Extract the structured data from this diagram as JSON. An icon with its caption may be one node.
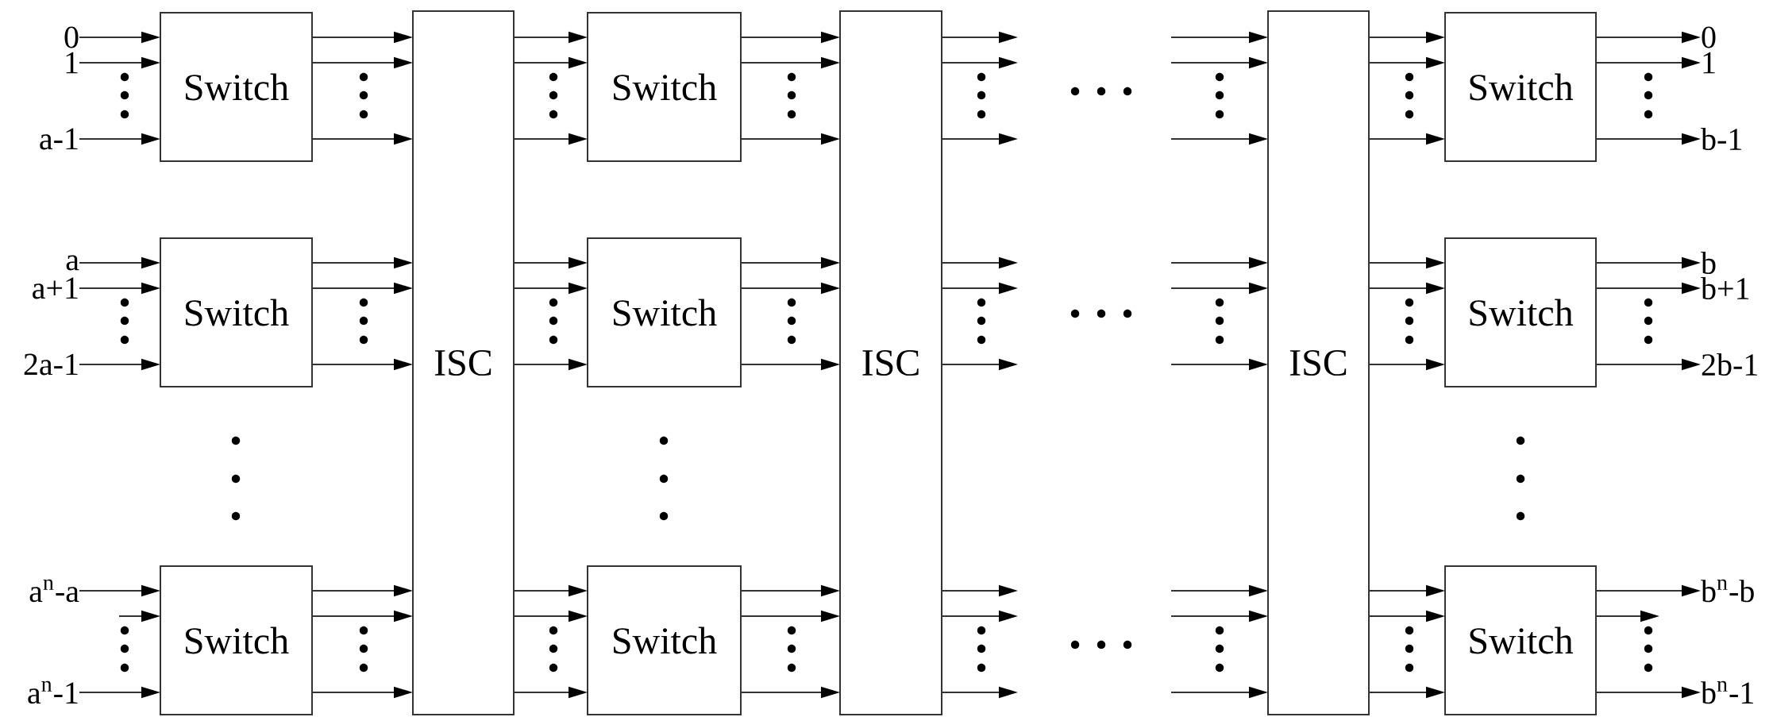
{
  "diagram": {
    "nodes": [
      {
        "text": [
          "0"
        ]
      },
      {
        "text": [
          "1"
        ]
      },
      {
        "text": [
          "a-1"
        ]
      },
      {
        "text": [
          "Switch"
        ]
      },
      {
        "text": [
          "ISC"
        ]
      },
      {
        "text": [
          "Switch"
        ]
      },
      {
        "text": [
          "ISC"
        ]
      },
      {
        "text": [
          "ISC"
        ]
      },
      {
        "text": [
          "Switch"
        ]
      },
      {
        "text": [
          "0"
        ]
      },
      {
        "text": [
          "1"
        ]
      },
      {
        "text": [
          "b-1"
        ]
      },
      {
        "text": [
          "a"
        ]
      },
      {
        "text": [
          "a+1"
        ]
      },
      {
        "text": [
          "2a-1"
        ]
      },
      {
        "text": [
          "Switch"
        ]
      },
      {
        "text": [
          "Switch"
        ]
      },
      {
        "text": [
          "Switch"
        ]
      },
      {
        "text": [
          "b"
        ]
      },
      {
        "text": [
          "b+1"
        ]
      },
      {
        "text": [
          "2b-1"
        ]
      },
      {
        "text": [
          "a$^{n}$-a"
        ]
      },
      {
        "text": [
          "a$^{n}$-1"
        ]
      },
      {
        "text": [
          "Switch"
        ]
      },
      {
        "text": [
          "Switch"
        ]
      },
      {
        "text": [
          "Switch"
        ]
      },
      {
        "text": [
          "b$^{n}$-b"
        ]
      },
      {
        "text": [
          "b$^{n}$-1"
        ]
      }
    ],
    "edges": [
      {
        "from": 0,
        "to": 3,
        "arrow": "to"
      },
      {
        "from": 1,
        "to": 3,
        "arrow": "to"
      },
      {
        "from": 2,
        "to": 3,
        "arrow": "to"
      },
      {
        "from": 3,
        "to": 4,
        "arrow": "to"
      },
      {
        "from": 3,
        "to": 4,
        "arrow": "to"
      },
      {
        "from": 3,
        "to": 4,
        "arrow": "to"
      },
      {
        "from": 4,
        "to": 5,
        "arrow": "to"
      },
      {
        "from": 4,
        "to": 5,
        "arrow": "to"
      },
      {
        "from": 4,
        "to": 5,
        "arrow": "to"
      },
      {
        "from": 5,
        "to": 6,
        "arrow": "to"
      },
      {
        "from": 5,
        "to": 6,
        "arrow": "to"
      },
      {
        "from": 5,
        "to": 6,
        "arrow": "to"
      },
      {
        "from": 6,
        "to": null,
        "arrow": "to"
      },
      {
        "from": 6,
        "to": null,
        "arrow": "to"
      },
      {
        "from": 6,
        "to": null,
        "arrow": "to"
      },
      {
        "from": null,
        "to": 7,
        "arrow": "to"
      },
      {
        "from": null,
        "to": 7,
        "arrow": "to"
      },
      {
        "from": null,
        "to": 7,
        "arrow": "to"
      },
      {
        "from": 7,
        "to": 8,
        "arrow": "to"
      },
      {
        "from": 7,
        "to": 8,
        "arrow": "to"
      },
      {
        "from": 7,
        "to": 8,
        "arrow": "to"
      },
      {
        "from": 8,
        "to": 9,
        "arrow": "to"
      },
      {
        "from": 8,
        "to": 10,
        "arrow": "to"
      },
      {
        "from": 8,
        "to": 11,
        "arrow": "to"
      },
      {
        "from": 12,
        "to": 15,
        "arrow": "to"
      },
      {
        "from": 13,
        "to": 15,
        "arrow": "to"
      },
      {
        "from": 14,
        "to": 15,
        "arrow": "to"
      },
      {
        "from": 15,
        "to": 4,
        "arrow": "to"
      },
      {
        "from": 15,
        "to": 4,
        "arrow": "to"
      },
      {
        "from": 15,
        "to": 4,
        "arrow": "to"
      },
      {
        "from": 4,
        "to": 16,
        "arrow": "to"
      },
      {
        "from": 4,
        "to": 16,
        "arrow": "to"
      },
      {
        "from": 4,
        "to": 16,
        "arrow": "to"
      },
      {
        "from": 16,
        "to": 6,
        "arrow": "to"
      },
      {
        "from": 16,
        "to": 6,
        "arrow": "to"
      },
      {
        "from": 16,
        "to": 6,
        "arrow": "to"
      },
      {
        "from": 6,
        "to": null,
        "arrow": "to"
      },
      {
        "from": 6,
        "to": null,
        "arrow": "to"
      },
      {
        "from": 6,
        "to": null,
        "arrow": "to"
      },
      {
        "from": null,
        "to": 7,
        "arrow": "to"
      },
      {
        "from": null,
        "to": 7,
        "arrow": "to"
      },
      {
        "from": null,
        "to": 7,
        "arrow": "to"
      },
      {
        "from": 7,
        "to": 17,
        "arrow": "to"
      },
      {
        "from": 7,
        "to": 17,
        "arrow": "to"
      },
      {
        "from": 7,
        "to": 17,
        "arrow": "to"
      },
      {
        "from": 17,
        "to": 18,
        "arrow": "to"
      },
      {
        "from": 17,
        "to": 19,
        "arrow": "to"
      },
      {
        "from": 17,
        "to": 20,
        "arrow": "to"
      },
      {
        "from": 21,
        "to": 23,
        "arrow": "to"
      },
      {
        "from": null,
        "to": 23,
        "arrow": "to"
      },
      {
        "from": 22,
        "to": 23,
        "arrow": "to"
      },
      {
        "from": 23,
        "to": 4,
        "arrow": "to"
      },
      {
        "from": 23,
        "to": 4,
        "arrow": "to"
      },
      {
        "from": 23,
        "to": 4,
        "arrow": "to"
      },
      {
        "from": 4,
        "to": 24,
        "arrow": "to"
      },
      {
        "from": 4,
        "to": 24,
        "arrow": "to"
      },
      {
        "from": 4,
        "to": 24,
        "arrow": "to"
      },
      {
        "from": 24,
        "to": 6,
        "arrow": "to"
      },
      {
        "from": 24,
        "to": 6,
        "arrow": "to"
      },
      {
        "from": 24,
        "to": 6,
        "arrow": "to"
      },
      {
        "from": 6,
        "to": null,
        "arrow": "to"
      },
      {
        "from": 6,
        "to": null,
        "arrow": "to"
      },
      {
        "from": 6,
        "to": null,
        "arrow": "to"
      },
      {
        "from": null,
        "to": 7,
        "arrow": "to"
      },
      {
        "from": null,
        "to": 7,
        "arrow": "to"
      },
      {
        "from": null,
        "to": 7,
        "arrow": "to"
      },
      {
        "from": 7,
        "to": 25,
        "arrow": "to"
      },
      {
        "from": 7,
        "to": 25,
        "arrow": "to"
      },
      {
        "from": 7,
        "to": 25,
        "arrow": "to"
      },
      {
        "from": 25,
        "to": 26,
        "arrow": "to"
      },
      {
        "from": 25,
        "to": null,
        "arrow": "to"
      },
      {
        "from": 25,
        "to": 27,
        "arrow": "to"
      }
    ]
  }
}
